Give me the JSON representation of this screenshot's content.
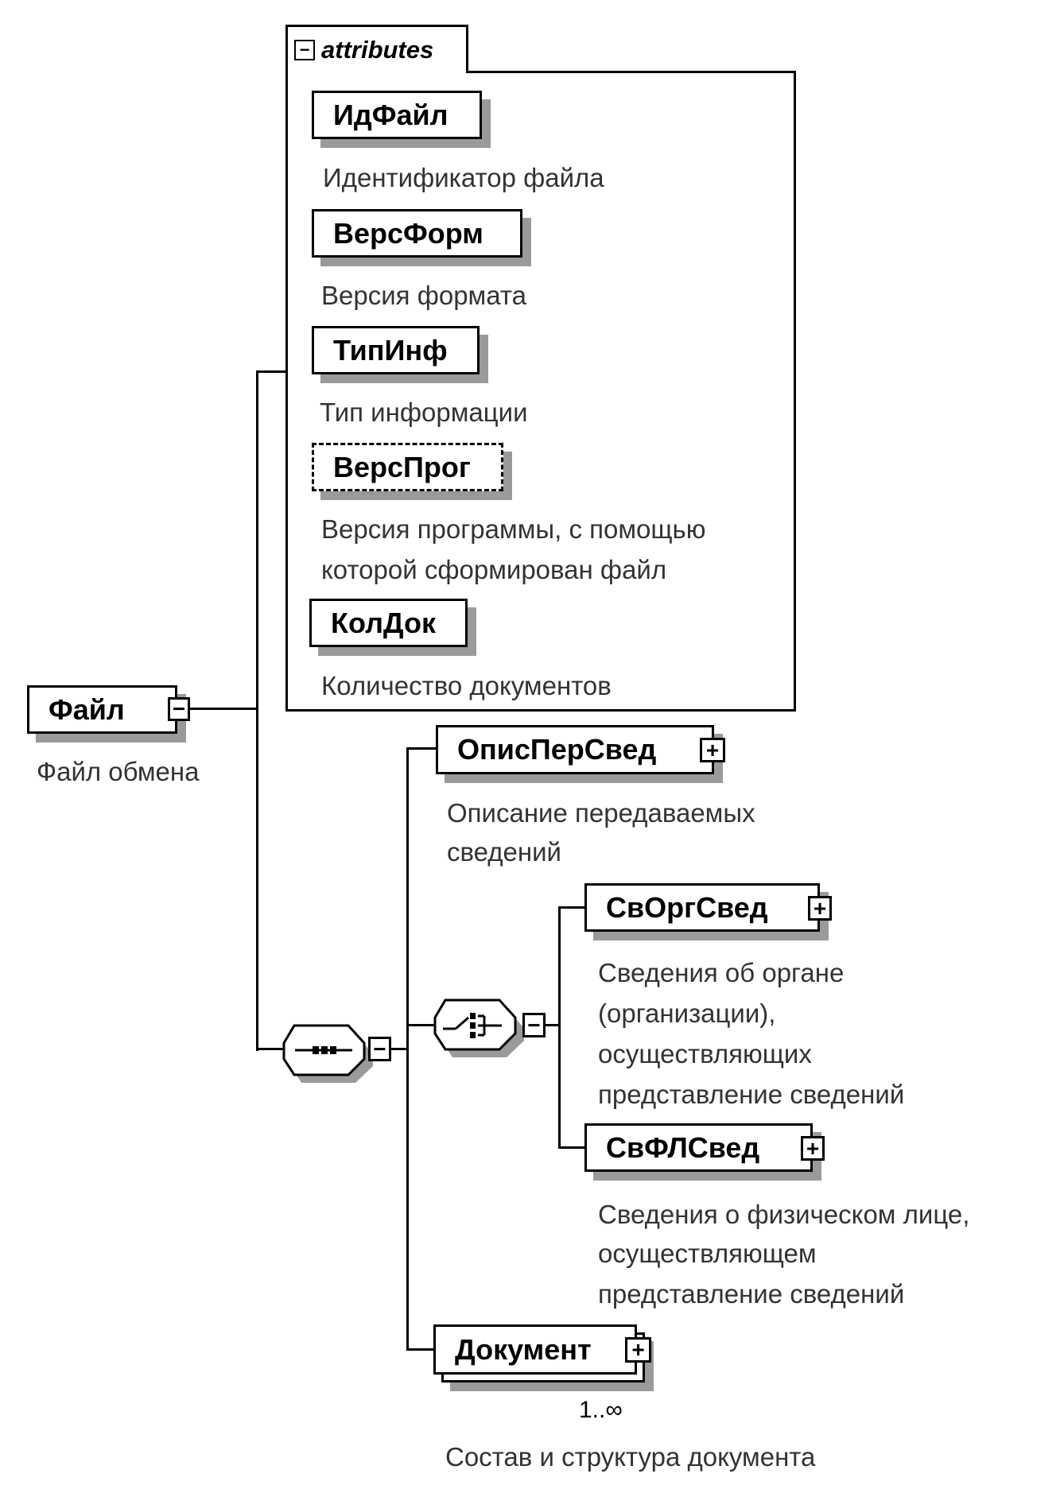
{
  "root": {
    "name": "Файл",
    "description": "Файл обмена",
    "toggle": "−"
  },
  "attributes": {
    "label": "attributes",
    "toggle": "−",
    "items": [
      {
        "name": "ИдФайл",
        "description": [
          "Идентификатор файла"
        ],
        "optional": false
      },
      {
        "name": "ВерсФорм",
        "description": [
          "Версия формата"
        ],
        "optional": false
      },
      {
        "name": "ТипИнф",
        "description": [
          "Тип информации"
        ],
        "optional": false
      },
      {
        "name": "ВерсПрог",
        "description": [
          "Версия программы, с помощью",
          "которой сформирован файл"
        ],
        "optional": true
      },
      {
        "name": "КолДок",
        "description": [
          "Количество документов"
        ],
        "optional": false
      }
    ]
  },
  "sequence": {
    "icon": "sequence-icon",
    "toggle": "−"
  },
  "choice": {
    "icon": "choice-icon",
    "toggle": "−"
  },
  "elements": {
    "opisPerSved": {
      "name": "ОписПерСвед",
      "toggle": "+",
      "description": [
        "Описание передаваемых",
        "сведений"
      ]
    },
    "svOrgSved": {
      "name": "СвОргСвед",
      "toggle": "+",
      "description": [
        "Сведения об органе",
        "(организации),",
        "осуществляющих",
        "представление сведений"
      ]
    },
    "svFLSved": {
      "name": "СвФЛСвед",
      "toggle": "+",
      "description": [
        "Сведения о физическом лице,",
        "осуществляющем",
        "представление сведений"
      ]
    },
    "dokument": {
      "name": "Документ",
      "toggle": "+",
      "cardinality": "1..∞",
      "description": [
        "Состав и структура документа"
      ]
    }
  }
}
